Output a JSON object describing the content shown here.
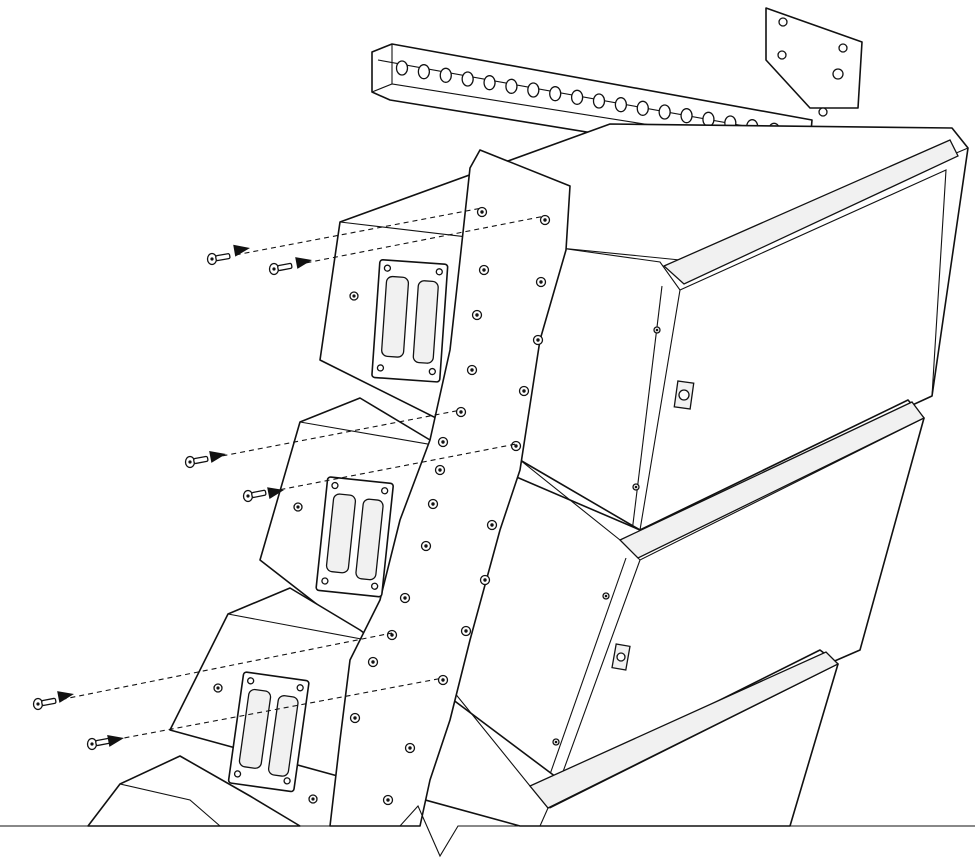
{
  "figure": {
    "kind": "line-array-assembly-illustration",
    "stroke_color": "#111111",
    "background_color": "#ffffff",
    "parts": {
      "flying_frame": "rigging-frame",
      "side_plate": "rigging-side-plate",
      "cabinet": "line-array-speaker-cabinet",
      "screw": "mounting-screw",
      "handle": "carry-handle",
      "connector": "input-connector"
    },
    "cabinet_count": 4,
    "screw_count": 6,
    "frame_hole_count": 19
  }
}
